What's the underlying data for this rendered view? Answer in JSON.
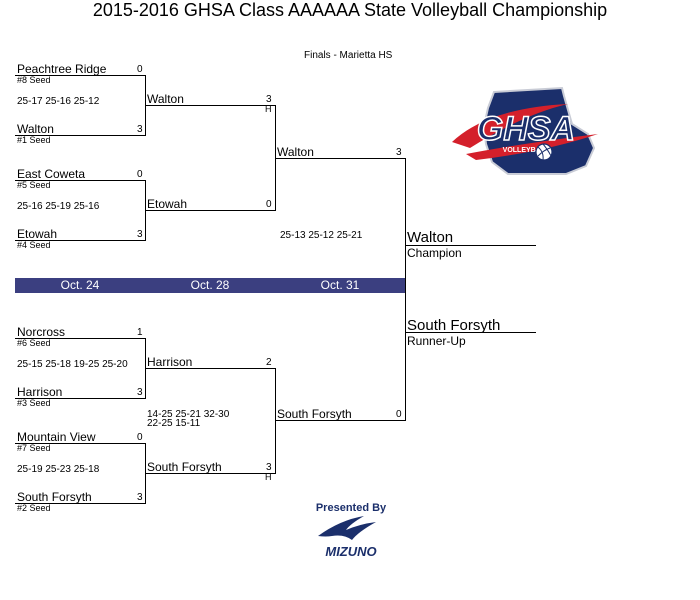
{
  "title": "2015-2016 GHSA Class AAAAAA State Volleyball Championship",
  "finals_label": "Finals - Marietta HS",
  "colors": {
    "band": "#3b3f80",
    "ghsa_navy": "#1b2f6b",
    "ghsa_red": "#d4202b"
  },
  "round1": [
    {
      "team": "Peachtree Ridge",
      "seed": "#8 Seed",
      "score": "0"
    },
    {
      "team": "Walton",
      "seed": "#1 Seed",
      "score": "3"
    },
    {
      "team": "East Coweta",
      "seed": "#5 Seed",
      "score": "0"
    },
    {
      "team": "Etowah",
      "seed": "#4 Seed",
      "score": "3"
    },
    {
      "team": "Norcross",
      "seed": "#6 Seed",
      "score": "1"
    },
    {
      "team": "Harrison",
      "seed": "#3 Seed",
      "score": "3"
    },
    {
      "team": "Mountain View",
      "seed": "#7 Seed",
      "score": "0"
    },
    {
      "team": "South Forsyth",
      "seed": "#2 Seed",
      "score": "3"
    }
  ],
  "round1_sets": [
    "25-17 25-16 25-12",
    "25-16 25-19 25-16",
    "25-15 25-18 19-25 25-20",
    "25-19 25-23 25-18"
  ],
  "round2": [
    {
      "team": "Walton",
      "score": "3",
      "home": "H"
    },
    {
      "team": "Etowah",
      "score": "0"
    },
    {
      "team": "Harrison",
      "score": "2"
    },
    {
      "team": "South Forsyth",
      "score": "3",
      "home": "H"
    }
  ],
  "round2_sets_bottom": [
    "14-25 25-21 32-30",
    "22-25 15-11"
  ],
  "final": [
    {
      "team": "Walton",
      "score": "3"
    },
    {
      "team": "South Forsyth",
      "score": "0"
    }
  ],
  "final_sets": "25-13 25-12 25-21",
  "champion": {
    "team": "Walton",
    "label": "Champion"
  },
  "runner_up": {
    "team": "South Forsyth",
    "label": "Runner-Up"
  },
  "dates": [
    "Oct. 24",
    "Oct. 28",
    "Oct. 31"
  ],
  "logo": {
    "text": "GHSA",
    "subtext": "VOLLEYBALL",
    "icon": "volleyball-icon"
  },
  "sponsor": {
    "presented_by": "Presented By",
    "brand": "MIZUNO",
    "icon": "mizuno-runbird-icon"
  }
}
